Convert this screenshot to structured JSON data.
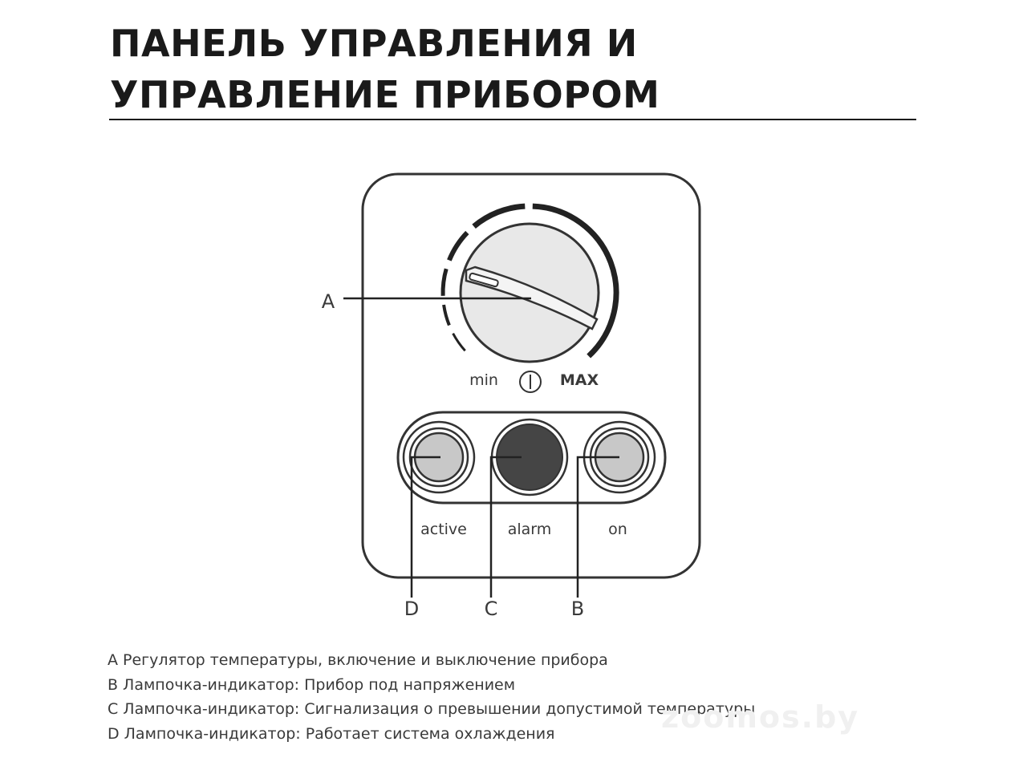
{
  "title": "ПАНЕЛЬ УПРАВЛЕНИЯ И УПРАВЛЕНИЕ ПРИБОРОМ",
  "panel": {
    "knob_min_label": "min",
    "knob_max_label": "MAX",
    "lamps": [
      {
        "label": "active",
        "color": "#c8c8c8"
      },
      {
        "label": "alarm",
        "color": "#454545"
      },
      {
        "label": "on",
        "color": "#c8c8c8"
      }
    ]
  },
  "callouts": [
    "A",
    "D",
    "C",
    "B"
  ],
  "legend": [
    {
      "key": "A",
      "text": "Регулятор температуры, включение и выключение прибора"
    },
    {
      "key": "B",
      "text": "Лампочка-индикатор: Прибор под напряжением"
    },
    {
      "key": "C",
      "text": "Лампочка-индикатор: Сигнализация о превышении допустимой температуры"
    },
    {
      "key": "D",
      "text": "Лампочка-индикатор: Работает система охлаждения"
    }
  ],
  "watermark": "zoomos.by",
  "colors": {
    "line": "#333333",
    "knob_fill": "#e8e8e8",
    "panel_fill": "#ffffff"
  }
}
